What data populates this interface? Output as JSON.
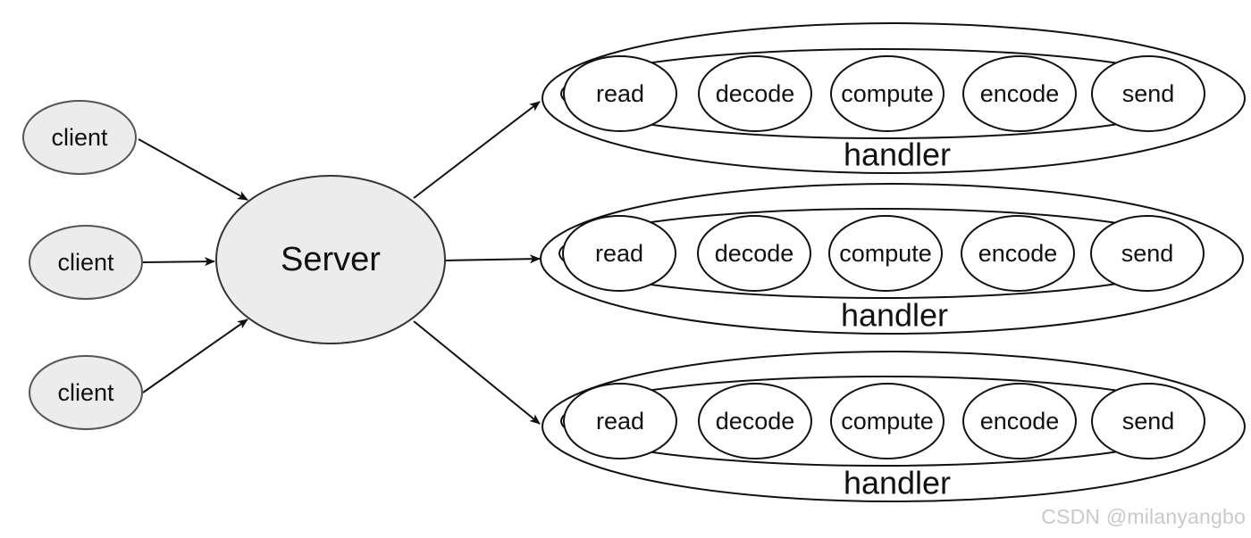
{
  "colors": {
    "stroke": "#333333",
    "node_fill_gray": "#ececec",
    "node_fill_white": "#ffffff",
    "watermark": "#c9c9c9"
  },
  "server": {
    "label": "Server"
  },
  "clients": [
    {
      "label": "client"
    },
    {
      "label": "client"
    },
    {
      "label": "client"
    }
  ],
  "handlers": [
    {
      "label": "handler",
      "steps": [
        "read",
        "decode",
        "compute",
        "encode",
        "send"
      ]
    },
    {
      "label": "handler",
      "steps": [
        "read",
        "decode",
        "compute",
        "encode",
        "send"
      ]
    },
    {
      "label": "handler",
      "steps": [
        "read",
        "decode",
        "compute",
        "encode",
        "send"
      ]
    }
  ],
  "watermark": {
    "text": "CSDN @milanyangbo"
  }
}
